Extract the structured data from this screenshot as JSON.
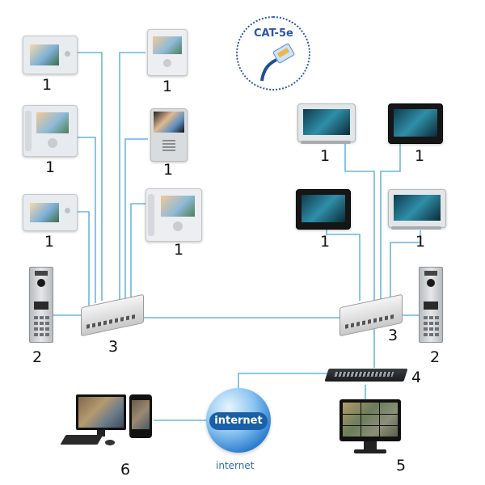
{
  "labels": {
    "indoor_monitor": "1",
    "door_station": "2",
    "poe_switch": "3",
    "network_switch": "4",
    "nvr_monitor": "5",
    "client_devices": "6"
  },
  "cable_badge": "CAT-5e",
  "globe_text": "internet",
  "internet_caption": "internet",
  "colors": {
    "cable": "#4aa6d6",
    "globe": "#2f7fcf",
    "badge_text": "#2a55a6"
  }
}
